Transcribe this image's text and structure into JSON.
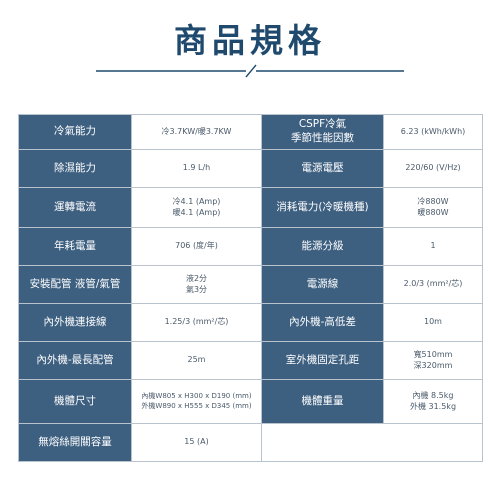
{
  "title": "商品規格",
  "rows": [
    {
      "l1": "冷氣能力",
      "v1": [
        "冷3.7KW/暖3.7KW"
      ],
      "l2": [
        "CSPF冷氣",
        "季節性能因數"
      ],
      "v2": [
        "6.23 (kWh/kWh)"
      ]
    },
    {
      "l1": "除濕能力",
      "v1": [
        "1.9 L/h"
      ],
      "l2": [
        "電源電壓"
      ],
      "v2": [
        "220/60 (V/Hz)"
      ]
    },
    {
      "l1": "運轉電流",
      "v1": [
        "冷4.1 (Amp)",
        "暖4.1 (Amp)"
      ],
      "l2": [
        "消耗電力(冷暖機種)"
      ],
      "v2": [
        "冷880W",
        "暖880W"
      ]
    },
    {
      "l1": "年耗電量",
      "v1": [
        "706 (度/年)"
      ],
      "l2": [
        "能源分級"
      ],
      "v2": [
        "1"
      ]
    },
    {
      "l1": "安裝配管 液管/氣管",
      "v1": [
        "液2分",
        "氣3分"
      ],
      "l2": [
        "電源線"
      ],
      "v2": [
        "2.0/3 (mm²/芯)"
      ]
    },
    {
      "l1": "內外機連接線",
      "v1": [
        "1.25/3 (mm²/芯)"
      ],
      "l2": [
        "內外機-高低差"
      ],
      "v2": [
        "10m"
      ]
    },
    {
      "l1": "內外機-最長配管",
      "v1": [
        "25m"
      ],
      "l2": [
        "室外機固定孔距"
      ],
      "v2": [
        "寬510mm",
        "深320mm"
      ]
    },
    {
      "l1": "機體尺寸",
      "v1": [
        "內機W805 x H300 x D190 (mm)",
        "外機W890 x H555 x D345 (mm)"
      ],
      "l2": [
        "機體重量"
      ],
      "v2": [
        "內機 8.5kg",
        "外機 31.5kg"
      ]
    },
    {
      "l1": "無熔絲開關容量",
      "v1": [
        "15 (A)"
      ]
    }
  ]
}
